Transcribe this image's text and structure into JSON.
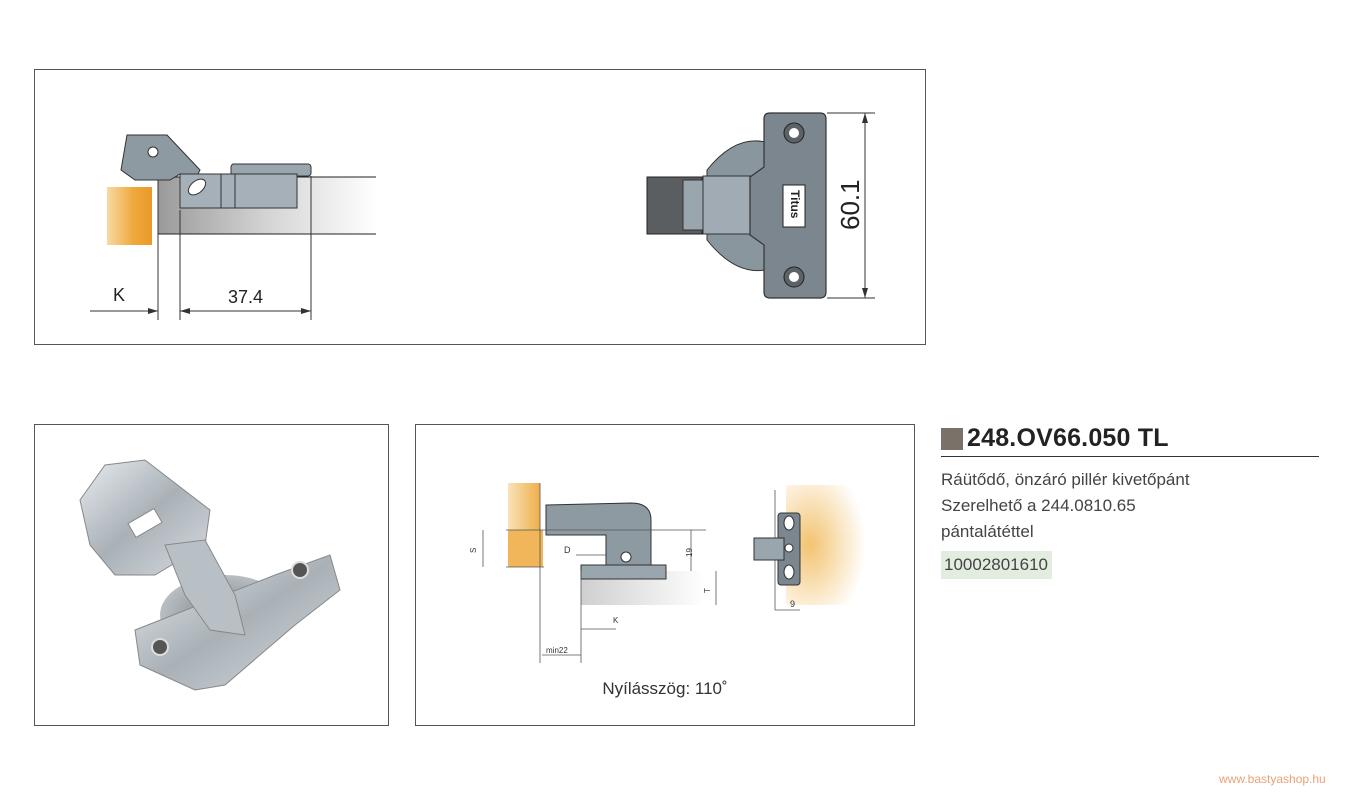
{
  "top_panel": {
    "dim_k": "K",
    "dim_depth": "37.4",
    "dim_plate_height": "60.1",
    "brand_mark": "Titus"
  },
  "install_panel": {
    "label_s": "S",
    "label_d": "D",
    "label_19": "19",
    "label_t": "T",
    "label_k": "K",
    "label_min": "min22",
    "label_9": "9",
    "caption": "Nyílásszög: 110˚"
  },
  "product": {
    "code": "248.OV66.050 TL",
    "description_lines": [
      "Ráütődő, önzáró pillér kivetőpánt",
      "Szerelhető a 244.0810.65",
      "pántalátéttel"
    ],
    "article_number": "10002801610",
    "square_color": "#7a7268"
  },
  "watermark": "www.bastyashop.hu"
}
